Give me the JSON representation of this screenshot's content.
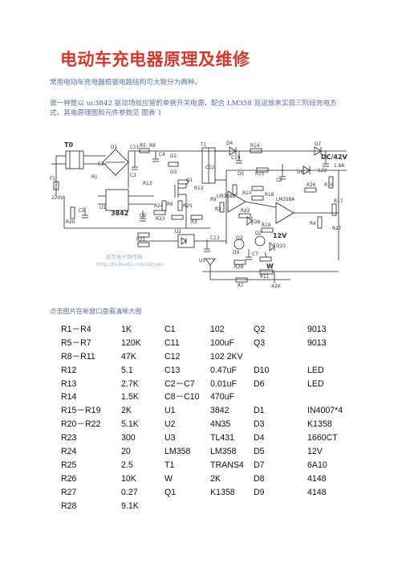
{
  "title": "电动车充电器原理及维修",
  "paragraph1": "常用电动车充电器根据电路结构可大致分为两种。",
  "paragraph2": {
    "text_before": "第一种是以 ",
    "chip1": "uc3842",
    "text_mid": " 驱动场效应管的单管开关电源，配合 ",
    "chip2": "LM358",
    "text_after": " 双运放来实现三阶段充电方式。其电原理图和元件参数见 图表 1"
  },
  "circuit": {
    "labels": {
      "t0": "T0",
      "ac": "220V",
      "f1": "F1",
      "r1": "R1",
      "c1": "C1",
      "d1": "D1",
      "c11": "C11",
      "r5": "R5",
      "r8": "R8",
      "c4": "C4",
      "d2": "D2",
      "d3": "D3",
      "t1": "T1",
      "c12": "C12",
      "d4": "D4",
      "c10": "C10",
      "r14": "R14",
      "d7": "D7",
      "out": "DC/42V",
      "amp": "1.8A",
      "c3": "C3",
      "r12": "R12",
      "q1": "Q1",
      "r13": "R13",
      "d5": "D5",
      "r15": "R15",
      "c2": "C2",
      "d6": "D6",
      "v12a": "12V",
      "r16": "R16",
      "u1": "U1",
      "chip": "3842",
      "r20": "R20",
      "c5": "C5",
      "c6": "C6",
      "r24": "R24",
      "r23": "R23",
      "r3": "R3",
      "r6": "R6",
      "r25": "R25",
      "lm1": "LM358B",
      "r10": "R10",
      "r18": "R18",
      "lm2": "LM358A",
      "r26": "R26",
      "r17": "R17",
      "r22": "R22",
      "d8": "D8",
      "r4": "R4",
      "r9": "R9",
      "r2": "R2",
      "r21": "R21",
      "u2": "U2",
      "c13": "C13",
      "d9": "D9",
      "q3": "Q3",
      "d10": "D10",
      "r19": "R19",
      "v12b": "12V",
      "c7": "C7",
      "u3": "U3",
      "r28": "R28",
      "w": "W",
      "r11": "R11",
      "r7": "R7",
      "v42": "42V",
      "r27": "R27",
      "q2": "Q2",
      "watermark1": "成杰电子制作网",
      "watermark2": "http://hi.baidu.com/dzyds"
    }
  },
  "link_text": "点击图片在新窗口查看清晰大图",
  "parts_table": {
    "col1": [
      {
        "ref": "R1－R4",
        "val": "1K"
      },
      {
        "ref": "R5－R7",
        "val": "120K"
      },
      {
        "ref": "R8－R11",
        "val": "47K"
      },
      {
        "ref": "R12",
        "val": "5.1"
      },
      {
        "ref": "R13",
        "val": "2.7K"
      },
      {
        "ref": "R14",
        "val": "1.5K"
      },
      {
        "ref": "R15－R19",
        "val": "2K"
      },
      {
        "ref": "R20－R22",
        "val": "5.1K"
      },
      {
        "ref": "R23",
        "val": "300"
      },
      {
        "ref": "R24",
        "val": "20"
      },
      {
        "ref": "R25",
        "val": "2.5"
      },
      {
        "ref": "R26",
        "val": "10K"
      },
      {
        "ref": "R27",
        "val": "0.27"
      },
      {
        "ref": "R28",
        "val": "9.1K"
      }
    ],
    "col2": [
      {
        "ref": "C1",
        "val": "102"
      },
      {
        "ref": "C11",
        "val": "100uF"
      },
      {
        "ref": "C12",
        "val": "102 2KV"
      },
      {
        "ref": "C13",
        "val": "0.47uF"
      },
      {
        "ref": "C2－C7",
        "val": "0.01uF"
      },
      {
        "ref": "C8－C10",
        "val": "470uF"
      },
      {
        "ref": "U1",
        "val": "3842"
      },
      {
        "ref": "U2",
        "val": "4N35"
      },
      {
        "ref": "U3",
        "val": "TL431"
      },
      {
        "ref": "LM358",
        "val": "LM358"
      },
      {
        "ref": "T1",
        "val": "TRANS4"
      },
      {
        "ref": "W",
        "val": "2K"
      },
      {
        "ref": "Q1",
        "val": "K1358"
      }
    ],
    "col3": [
      {
        "ref": "Q2",
        "val": "9013"
      },
      {
        "ref": "Q3",
        "val": "9013"
      },
      {
        "ref": "",
        "val": ""
      },
      {
        "ref": "D10",
        "val": "LED"
      },
      {
        "ref": "D6",
        "val": "LED"
      },
      {
        "ref": "",
        "val": ""
      },
      {
        "ref": "D1",
        "val": "IN4007*4"
      },
      {
        "ref": "D3",
        "val": "K1358"
      },
      {
        "ref": "D4",
        "val": "1660CT"
      },
      {
        "ref": "D5",
        "val": "12V"
      },
      {
        "ref": "D7",
        "val": "6A10"
      },
      {
        "ref": "D8",
        "val": "4148"
      },
      {
        "ref": "D9",
        "val": "4148"
      }
    ]
  }
}
